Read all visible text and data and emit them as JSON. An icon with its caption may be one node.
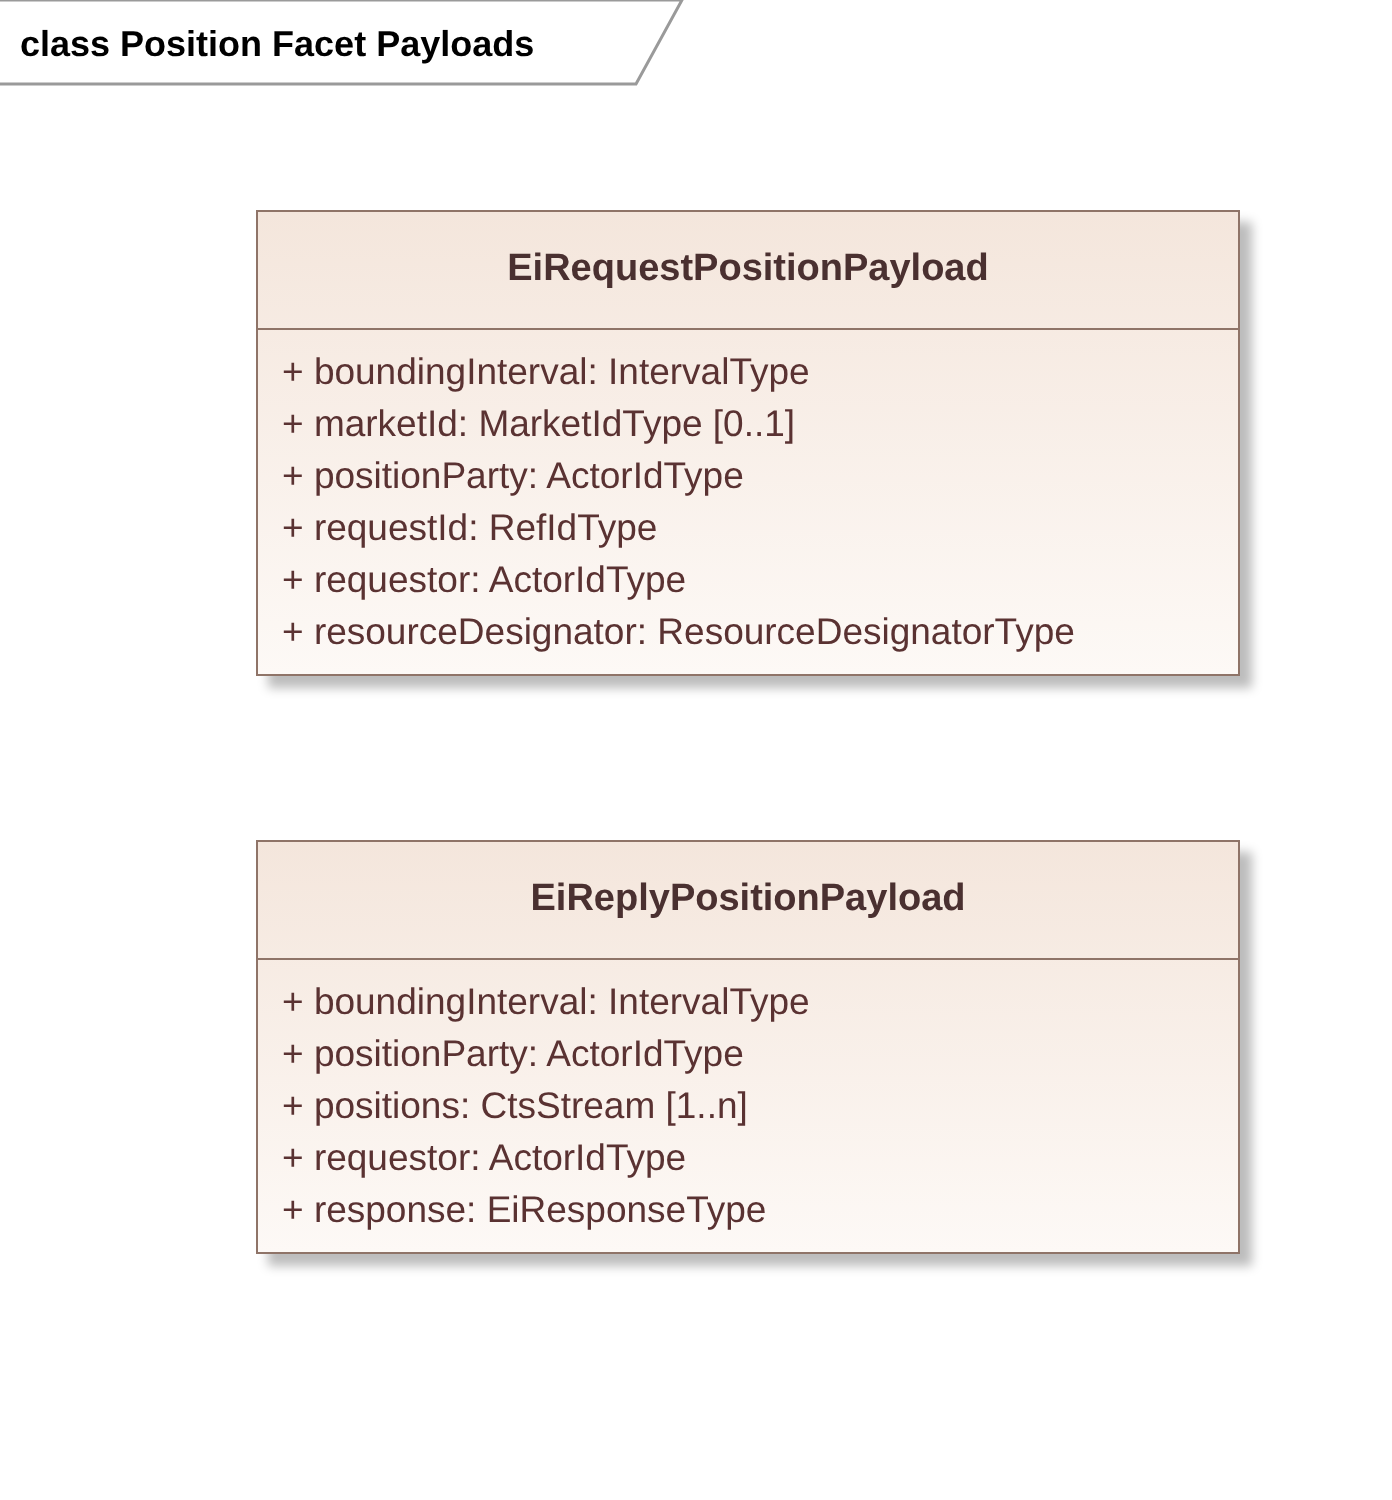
{
  "diagram": {
    "title": "class Position Facet Payloads",
    "nodes": [
      {
        "text": [
          "EiRequestPositionPayload",
          "+ boundingInterval: IntervalType",
          "+ marketId: MarketIdType [0..1]",
          "+ positionParty: ActorIdType",
          "+ requestId: RefIdType",
          "+ requestor: ActorIdType",
          "+ resourceDesignator: ResourceDesignatorType"
        ]
      },
      {
        "text": [
          "EiReplyPositionPayload",
          "+ boundingInterval: IntervalType",
          "+ positionParty: ActorIdType",
          "+ positions: CtsStream [1..n]",
          "+ requestor: ActorIdType",
          "+ response: EiResponseType"
        ]
      }
    ],
    "edges": []
  }
}
